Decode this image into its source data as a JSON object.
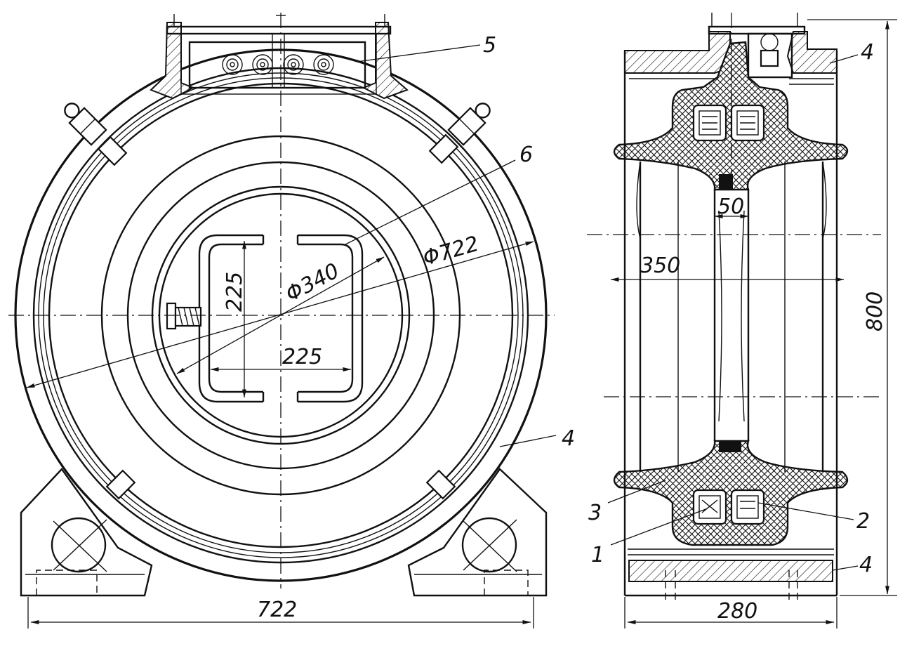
{
  "dimensions": {
    "front_width": "722",
    "outer_diameter": "Φ722",
    "inner_diameter": "Φ340",
    "window_height": "225",
    "window_width": "225",
    "side_width": "280",
    "side_height": "800",
    "inner_length": "350",
    "rib_width": "50"
  },
  "callouts": {
    "c1": "1",
    "c2": "2",
    "c3": "3",
    "c4_front": "4",
    "c4_side_top": "4",
    "c4_side_bottom": "4",
    "c5": "5",
    "c6": "6"
  }
}
